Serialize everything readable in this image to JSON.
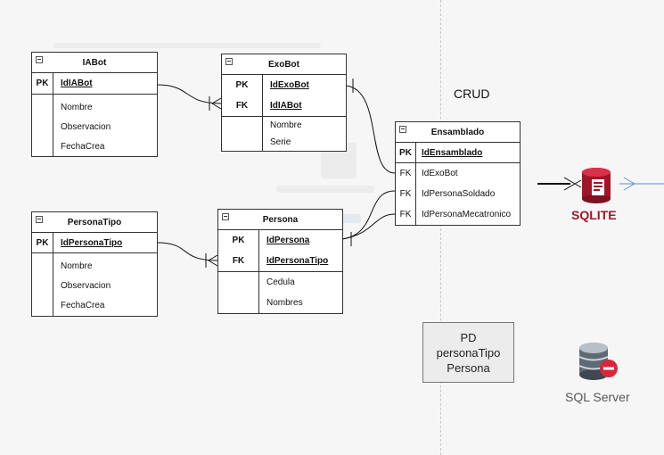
{
  "crud_label": "CRUD",
  "pd_box": [
    "PD",
    "personaTipo",
    "Persona"
  ],
  "sqlite_label": "SQLITE",
  "sqlserver_label": "SQL Server",
  "entities": {
    "iabot": {
      "title": "IABot",
      "pk": {
        "key": "PK",
        "name": "IdIABot"
      },
      "fields": [
        "Nombre",
        "Observacion",
        "FechaCrea"
      ]
    },
    "exobot": {
      "title": "ExoBot",
      "pk": [
        {
          "key": "PK",
          "name": "IdExoBot"
        },
        {
          "key": "FK",
          "name": "IdIABot"
        }
      ],
      "fields": [
        "Nombre",
        "Serie"
      ]
    },
    "ensamblado": {
      "title": "Ensamblado",
      "pk": {
        "key": "PK",
        "name": "IdEnsamblado"
      },
      "fks": [
        {
          "key": "FK",
          "name": "IdExoBot"
        },
        {
          "key": "FK",
          "name": "IdPersonaSoldado"
        },
        {
          "key": "FK",
          "name": "IdPersonaMecatronico"
        }
      ]
    },
    "personatipo": {
      "title": "PersonaTipo",
      "pk": {
        "key": "PK",
        "name": "IdPersonaTipo"
      },
      "fields": [
        "Nombre",
        "Observacion",
        "FechaCrea"
      ]
    },
    "persona": {
      "title": "Persona",
      "pk": [
        {
          "key": "PK",
          "name": "IdPersona"
        },
        {
          "key": "FK",
          "name": "IdPersonaTipo"
        }
      ],
      "fields": [
        "Cedula",
        "Nombres"
      ]
    }
  },
  "colors": {
    "sqlite_red": "#a01628",
    "sqlserver_gray": "#555555",
    "connector_blue": "#5b8fd6"
  },
  "icons": [
    "collapse-box-icon",
    "sqlite-database-icon",
    "sql-server-database-icon"
  ]
}
